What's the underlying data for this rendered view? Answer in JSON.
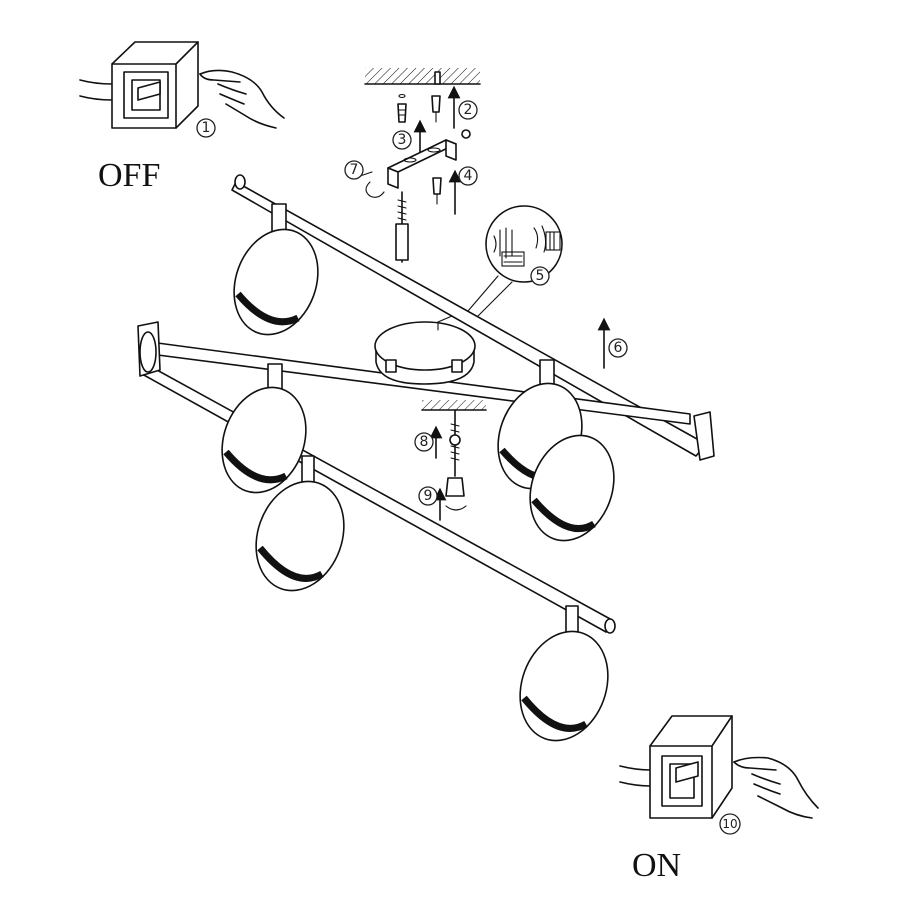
{
  "labels": {
    "off": "OFF",
    "on": "ON"
  },
  "steps": [
    {
      "id": 1,
      "label": "1"
    },
    {
      "id": 2,
      "label": "2"
    },
    {
      "id": 3,
      "label": "3"
    },
    {
      "id": 4,
      "label": "4"
    },
    {
      "id": 5,
      "label": "5"
    },
    {
      "id": 6,
      "label": "6"
    },
    {
      "id": 7,
      "label": "7"
    },
    {
      "id": 8,
      "label": "8"
    },
    {
      "id": 9,
      "label": "9"
    },
    {
      "id": 10,
      "label": "10"
    }
  ],
  "colors": {
    "line": "#111111",
    "background": "#ffffff"
  }
}
